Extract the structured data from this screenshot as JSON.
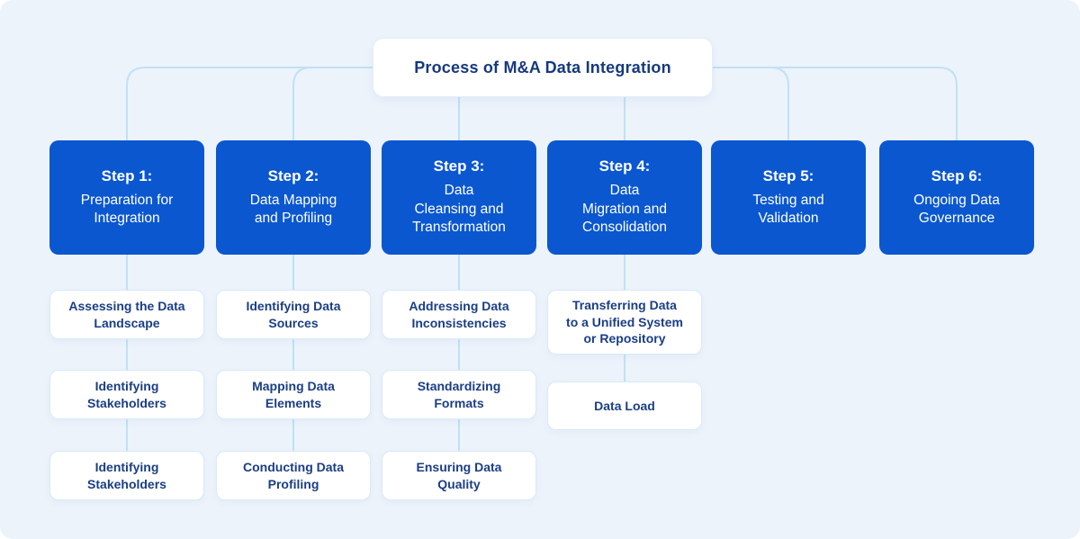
{
  "title": "Process of M&A Data Integration",
  "colors": {
    "panel_background": "#edf3fb",
    "step_box_blue": "#0a57d0",
    "navy_text": "#16397d",
    "subitem_text": "#1a3e85",
    "connector_line": "#bfe1f7",
    "box_white": "#ffffff"
  },
  "steps": [
    {
      "label": "Step 1:",
      "name": "Preparation for\nIntegration",
      "subitems": [
        "Assessing the Data\nLandscape",
        "Identifying\nStakeholders",
        "Identifying\nStakeholders"
      ]
    },
    {
      "label": "Step 2:",
      "name": "Data Mapping\nand Profiling",
      "subitems": [
        "Identifying Data\nSources",
        "Mapping Data\nElements",
        "Conducting Data\nProfiling"
      ]
    },
    {
      "label": "Step 3:",
      "name": "Data\nCleansing and\nTransformation",
      "subitems": [
        "Addressing Data\nInconsistencies",
        "Standardizing\nFormats",
        "Ensuring Data\nQuality"
      ]
    },
    {
      "label": "Step 4:",
      "name": "Data\nMigration and\nConsolidation",
      "subitems": [
        "Transferring Data\nto a Unified System\nor Repository",
        "Data Load"
      ]
    },
    {
      "label": "Step 5:",
      "name": "Testing and\nValidation",
      "subitems": []
    },
    {
      "label": "Step 6:",
      "name": "Ongoing Data\nGovernance",
      "subitems": []
    }
  ]
}
